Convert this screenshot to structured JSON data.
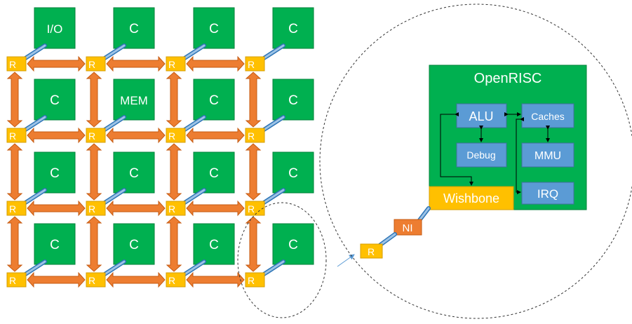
{
  "colors": {
    "core_green": "#00b050",
    "core_border": "#00823a",
    "router_yellow": "#ffc000",
    "link_orange": "#ed7d31",
    "link_blue": "#5b9bd5",
    "ni_orange": "#ed7d31",
    "block_blue": "#5b9bd5"
  },
  "mesh": {
    "router_label": "R",
    "tiles": [
      [
        "I/O",
        "C",
        "C",
        "C"
      ],
      [
        "C",
        "MEM",
        "C",
        "C"
      ],
      [
        "C",
        "C",
        "C",
        "C"
      ],
      [
        "C",
        "C",
        "C",
        "C"
      ]
    ]
  },
  "zoom": {
    "router_label": "R",
    "ni_label": "NI",
    "core": {
      "title": "OpenRISC",
      "alu": "ALU",
      "caches": "Caches",
      "debug": "Debug",
      "mmu": "MMU",
      "irq": "IRQ",
      "wishbone": "Wishbone"
    }
  }
}
